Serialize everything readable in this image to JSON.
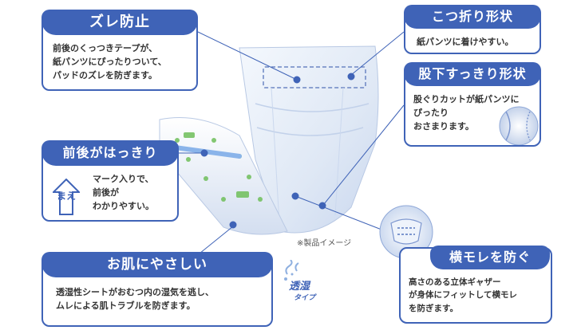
{
  "note": "※製品イメージ",
  "features": {
    "zure": {
      "title": "ズレ防止",
      "lines": [
        "前後のくっつきテープが、",
        "紙パンツにぴったりついて、",
        "パッドのズレを防ぎます。"
      ]
    },
    "zengo": {
      "title": "前後がはっきり",
      "badge": "まえ",
      "lines": [
        "マーク入りで、",
        "前後が",
        "わかりやすい。"
      ]
    },
    "ohada": {
      "title": "お肌にやさしい",
      "lines": [
        "透湿性シートがおむつ内の湿気を逃し、",
        "ムレによる肌トラブルを防ぎます。"
      ],
      "badge_main": "透湿",
      "badge_sub": "タイプ"
    },
    "futatsuori": {
      "title": "こつ折り形状",
      "lines": [
        "紙パンツに着けやすい。"
      ]
    },
    "matashita": {
      "title": "股下すっきり形状",
      "lines": [
        "股ぐりカットが紙パンツに",
        "ぴったり",
        "おさまります。"
      ]
    },
    "yokomore": {
      "title": "横モレを防ぐ",
      "lines": [
        "高さのある立体ギャザー",
        "が身体にフィットして横モレ",
        "を防ぎます。"
      ]
    }
  },
  "colors": {
    "accent": "#3f63b7",
    "pad_blue": "#dfe8f5",
    "green_marks": "#6fbf5a"
  }
}
